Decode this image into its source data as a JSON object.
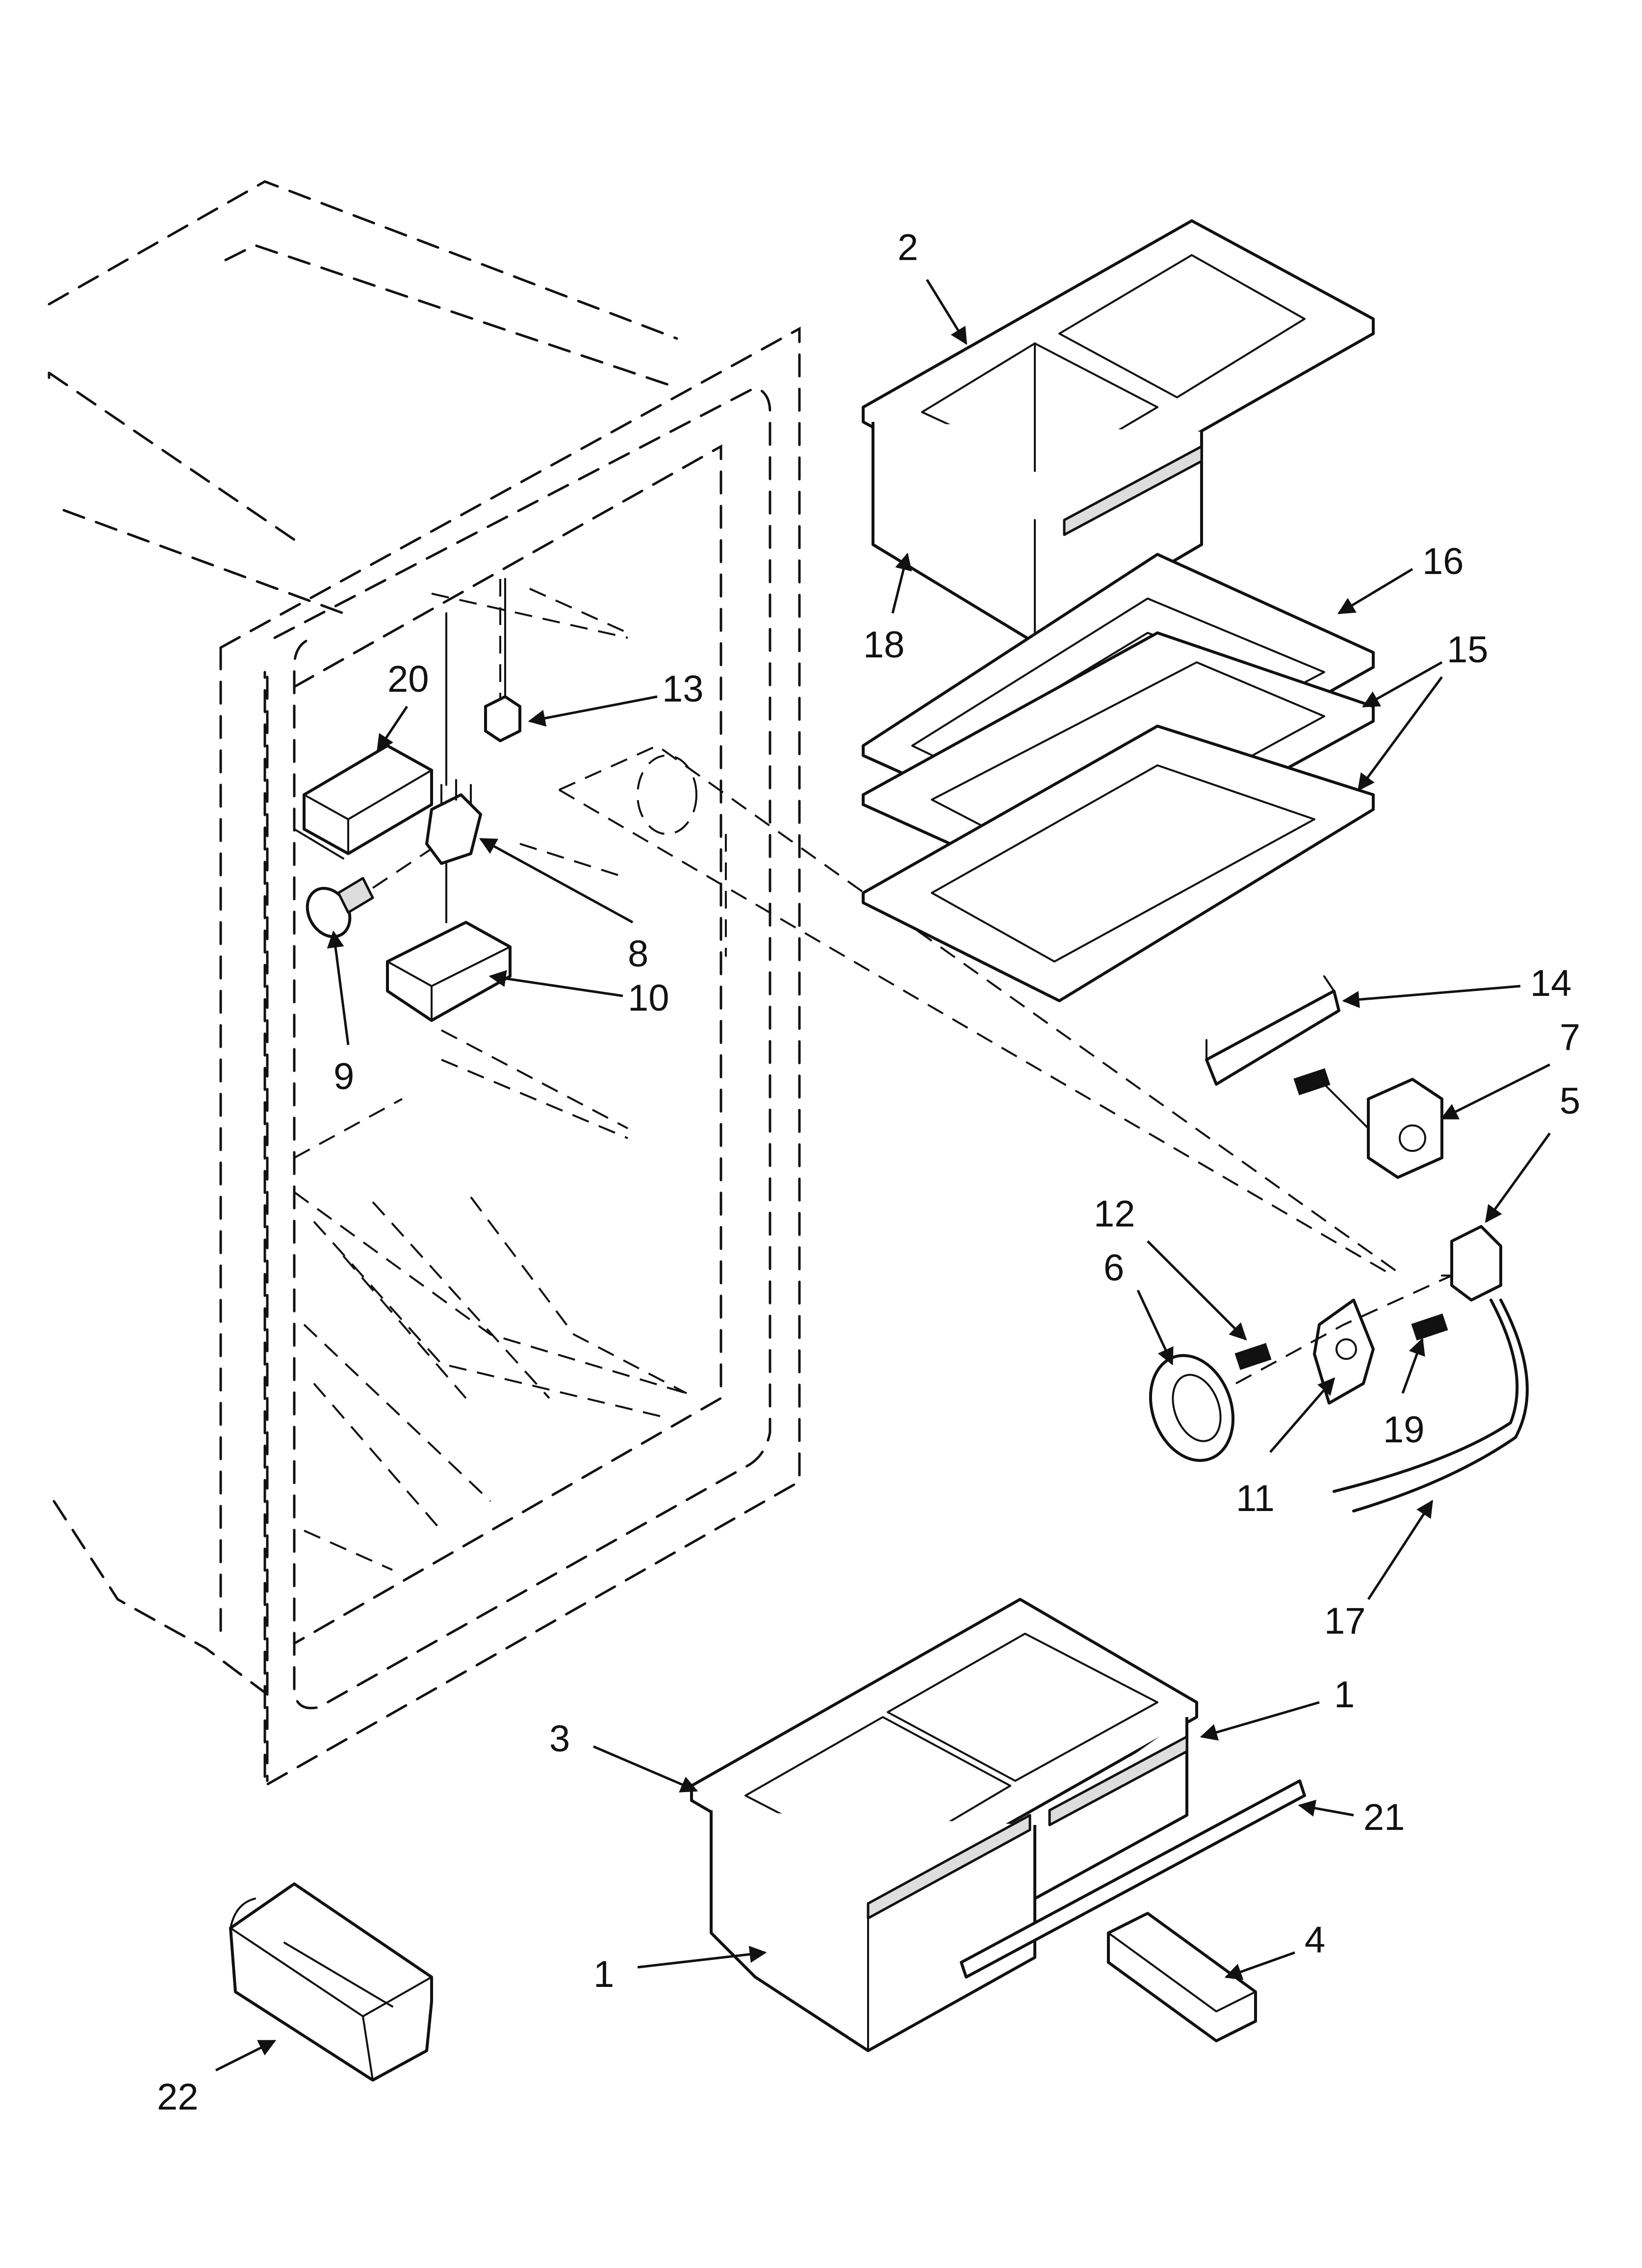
{
  "diagram": {
    "callouts": [
      {
        "key": "c2",
        "text": "2"
      },
      {
        "key": "c18",
        "text": "18"
      },
      {
        "key": "c16",
        "text": "16"
      },
      {
        "key": "c15",
        "text": "15"
      },
      {
        "key": "c20",
        "text": "20"
      },
      {
        "key": "c13",
        "text": "13"
      },
      {
        "key": "c8",
        "text": "8"
      },
      {
        "key": "c10",
        "text": "10"
      },
      {
        "key": "c9",
        "text": "9"
      },
      {
        "key": "c14",
        "text": "14"
      },
      {
        "key": "c7",
        "text": "7"
      },
      {
        "key": "c5",
        "text": "5"
      },
      {
        "key": "c12",
        "text": "12"
      },
      {
        "key": "c6",
        "text": "6"
      },
      {
        "key": "c19",
        "text": "19"
      },
      {
        "key": "c11",
        "text": "11"
      },
      {
        "key": "c17",
        "text": "17"
      },
      {
        "key": "c1a",
        "text": "1"
      },
      {
        "key": "c3",
        "text": "3"
      },
      {
        "key": "c21",
        "text": "21"
      },
      {
        "key": "c1b",
        "text": "1"
      },
      {
        "key": "c4",
        "text": "4"
      },
      {
        "key": "c22",
        "text": "22"
      }
    ]
  }
}
